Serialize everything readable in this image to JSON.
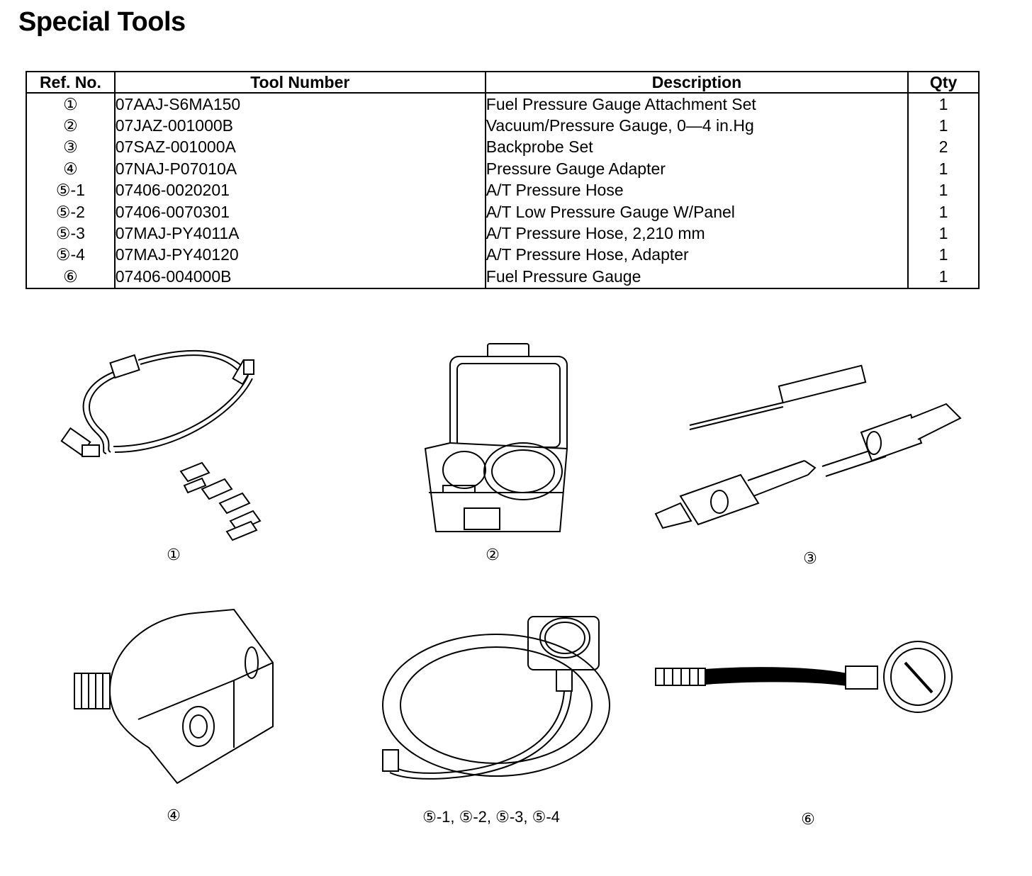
{
  "page": {
    "title": "Special Tools"
  },
  "table": {
    "headers": [
      "Ref. No.",
      "Tool Number",
      "Description",
      "Qty"
    ],
    "rows": [
      {
        "ref": "①",
        "tool_number": "07AAJ-S6MA150",
        "description": "Fuel Pressure Gauge Attachment Set",
        "qty": "1"
      },
      {
        "ref": "②",
        "tool_number": "07JAZ-001000B",
        "description": "Vacuum/Pressure Gauge, 0—4 in.Hg",
        "qty": "1"
      },
      {
        "ref": "③",
        "tool_number": "07SAZ-001000A",
        "description": "Backprobe Set",
        "qty": "2"
      },
      {
        "ref": "④",
        "tool_number": "07NAJ-P07010A",
        "description": "Pressure Gauge Adapter",
        "qty": "1"
      },
      {
        "ref": "⑤-1",
        "tool_number": "07406-0020201",
        "description": "A/T Pressure Hose",
        "qty": "1"
      },
      {
        "ref": "⑤-2",
        "tool_number": "07406-0070301",
        "description": "A/T Low Pressure Gauge W/Panel",
        "qty": "1"
      },
      {
        "ref": "⑤-3",
        "tool_number": "07MAJ-PY4011A",
        "description": "A/T Pressure Hose, 2,210 mm",
        "qty": "1"
      },
      {
        "ref": "⑤-4",
        "tool_number": "07MAJ-PY40120",
        "description": "A/T Pressure Hose, Adapter",
        "qty": "1"
      },
      {
        "ref": "⑥",
        "tool_number": "07406-004000B",
        "description": "Fuel Pressure Gauge",
        "qty": "1"
      }
    ]
  },
  "figures": {
    "fig1": {
      "caption": "①",
      "icon": "fuel-hose-attachment-set-illustration"
    },
    "fig2": {
      "caption": "②",
      "icon": "gauge-case-illustration"
    },
    "fig3": {
      "caption": "③",
      "icon": "backprobe-set-illustration"
    },
    "fig4": {
      "caption": "④",
      "icon": "pressure-gauge-adapter-illustration"
    },
    "fig5": {
      "caption": "⑤-1, ⑤-2, ⑤-3, ⑤-4",
      "icon": "low-pressure-gauge-hose-illustration"
    },
    "fig6": {
      "caption": "⑥",
      "icon": "fuel-pressure-gauge-illustration"
    }
  }
}
